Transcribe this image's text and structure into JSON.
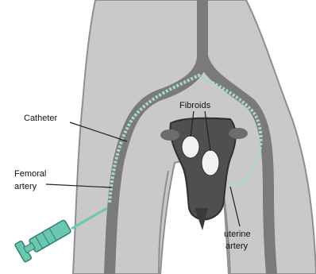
{
  "labels": {
    "catheter": "Catheter",
    "femoral_line1": "Femoral",
    "femoral_line2": "artery",
    "fibroids": "Fibroids",
    "uterine_line1": "uterine",
    "uterine_line2": "artery"
  },
  "colors": {
    "body": "#c9c9c9",
    "body_outline": "#8f8f8f",
    "artery": "#7a7a7a",
    "catheter": "#a8d8cf",
    "uterus": "#4f4f4f",
    "fibroid": "#f2f2f2",
    "syringe": "#6cc7b2"
  }
}
